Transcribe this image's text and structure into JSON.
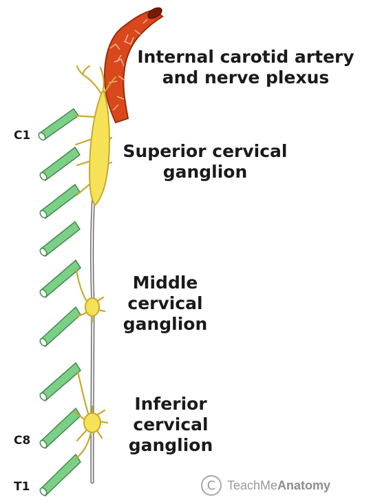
{
  "labels": {
    "internal_carotid": [
      "Internal carotid artery",
      "and nerve plexus"
    ],
    "superior": [
      "Superior cervical",
      "ganglion"
    ],
    "middle": [
      "Middle",
      "cervical",
      "ganglion"
    ],
    "inferior": [
      "Inferior",
      "cervical",
      "ganglion"
    ]
  },
  "segments": {
    "c1": "C1",
    "c8": "C8",
    "t1": "T1"
  },
  "watermark": {
    "symbol": "C",
    "part1": "TeachMe",
    "part2": "Anatomy"
  },
  "colors": {
    "artery": "#d9481c",
    "artery_outline": "#9a2b0c",
    "ganglion": "#f6e257",
    "ganglion_outline": "#c9a82a",
    "nerve": "#dcdcdc",
    "nerve_outline": "#555555",
    "root": "#7ccf86",
    "root_outline": "#3f8a4a"
  }
}
